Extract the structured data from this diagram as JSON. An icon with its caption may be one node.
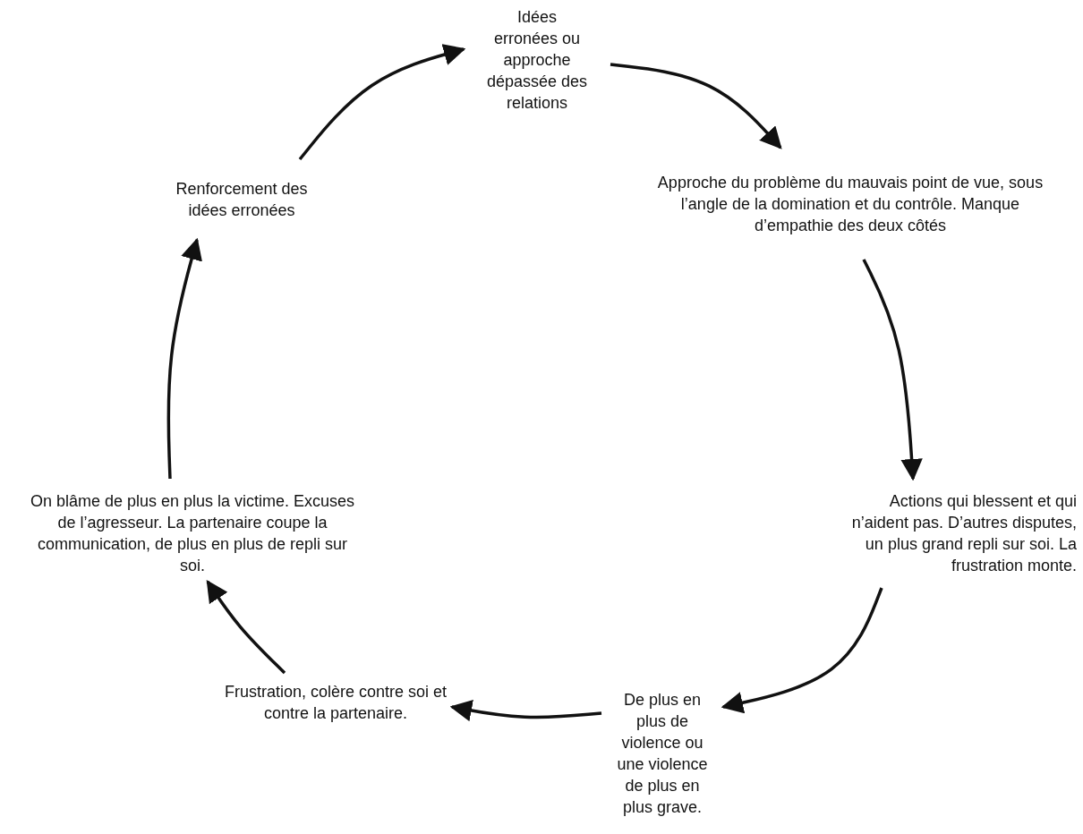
{
  "diagram": {
    "nodes": [
      {
        "text": [
          "Idées erronées ou approche dépassée des relations"
        ]
      },
      {
        "text": [
          "Approche du problème du mauvais point de vue, sous l’angle de la domination et du contrôle. Manque d’empathie des deux côtés"
        ]
      },
      {
        "text": [
          "Actions qui blessent et qui n’aident pas. D’autres disputes, un plus grand repli sur soi. La frustration monte."
        ]
      },
      {
        "text": [
          "De plus en plus de violence ou une violence de plus en plus grave."
        ]
      },
      {
        "text": [
          "Frustration, colère contre soi et contre la partenaire."
        ]
      },
      {
        "text": [
          "On blâme de plus en plus la victime. Excuses de l’agresseur. La partenaire coupe la communication, de plus en plus de repli sur soi."
        ]
      },
      {
        "text": [
          "Renforcement des idées erronées"
        ]
      }
    ],
    "edges": [
      {
        "from": 6,
        "to": 0,
        "arrow": "to"
      },
      {
        "from": 0,
        "to": 1,
        "arrow": "to"
      },
      {
        "from": 1,
        "to": 2,
        "arrow": "to"
      },
      {
        "from": 2,
        "to": 3,
        "arrow": "to"
      },
      {
        "from": 3,
        "to": 4,
        "arrow": "to"
      },
      {
        "from": 4,
        "to": 5,
        "arrow": "to"
      },
      {
        "from": 5,
        "to": 6,
        "arrow": "to"
      }
    ]
  }
}
